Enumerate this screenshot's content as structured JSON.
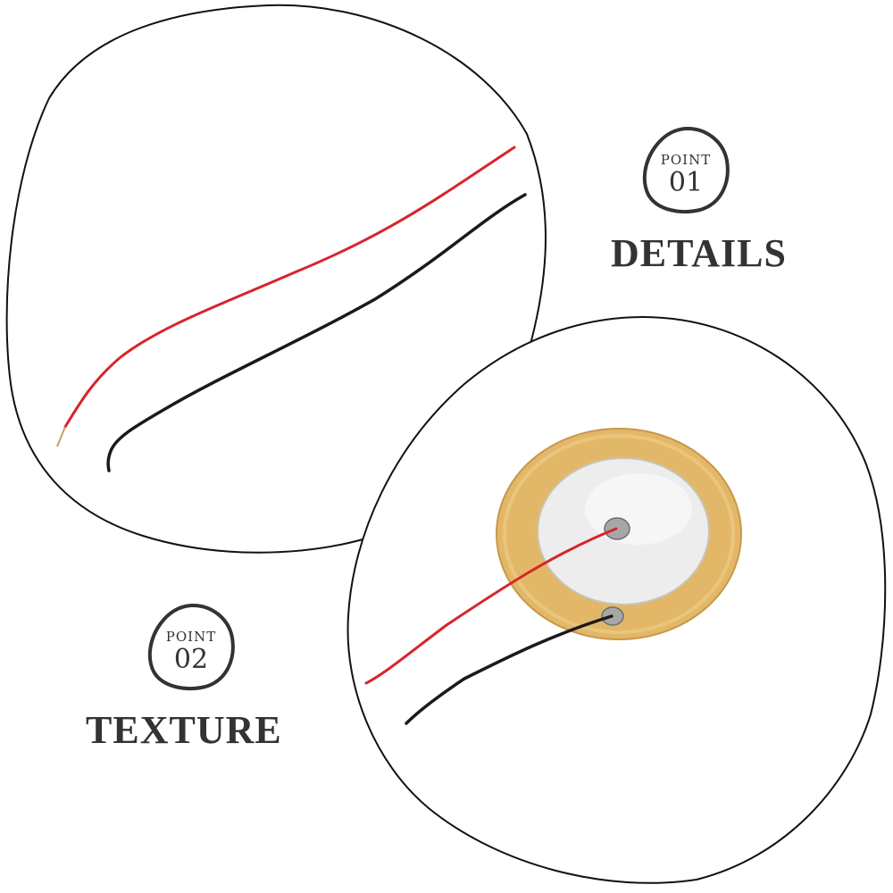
{
  "point_01": {
    "word": "POINT",
    "number": "01",
    "caption": "DETAILS"
  },
  "point_02": {
    "word": "POINT",
    "number": "02",
    "caption": "TEXTURE"
  },
  "colors": {
    "outline": "#111111",
    "text": "#333333",
    "red_wire": "#d8242c",
    "black_wire": "#1a1a1a",
    "brass": "#e2b868",
    "ceramic": "#ededed"
  }
}
